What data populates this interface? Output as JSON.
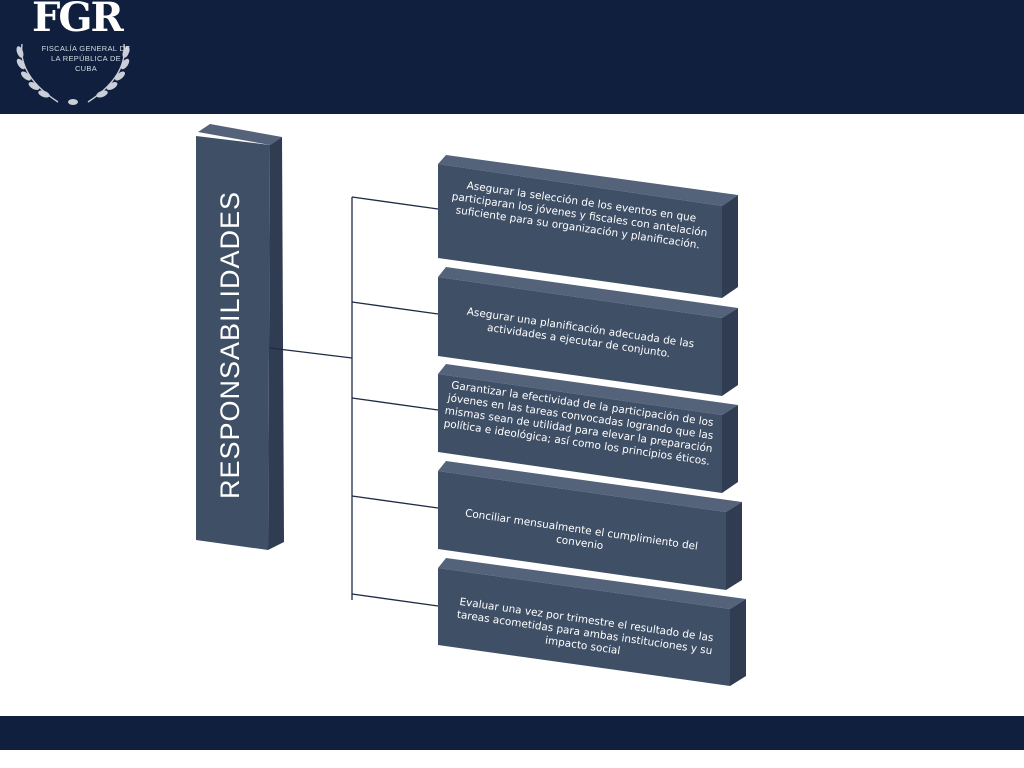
{
  "header": {
    "logo_initials": "FGR",
    "logo_subtitle": "FISCALÍA GENERAL DE LA REPÚBLICA DE CUBA"
  },
  "diagram": {
    "root_label": "RESPONSABILIDADES",
    "items": [
      "Asegurar la selección de los eventos en que participaran los jóvenes y fiscales con antelación suficiente para su organización y planificación.",
      "Asegurar una planificación adecuada de las actividades a ejecutar de conjunto.",
      "Garantizar la efectividad de la participación de los jóvenes en las tareas convocadas logrando que las mismas sean de utilidad para elevar la preparación política e ideológica; así como los principios éticos.",
      "Conciliar mensualmente el cumplimiento del convenio",
      "Evaluar una vez por trimestre el resultado de las tareas acometidas para ambas instituciones y su impacto social"
    ]
  },
  "colors": {
    "header_bg": "#0f1f3d",
    "box_front": "#3f4f66",
    "box_top": "#54627a",
    "box_side": "#2f3c52",
    "connector": "#1f2b44"
  }
}
